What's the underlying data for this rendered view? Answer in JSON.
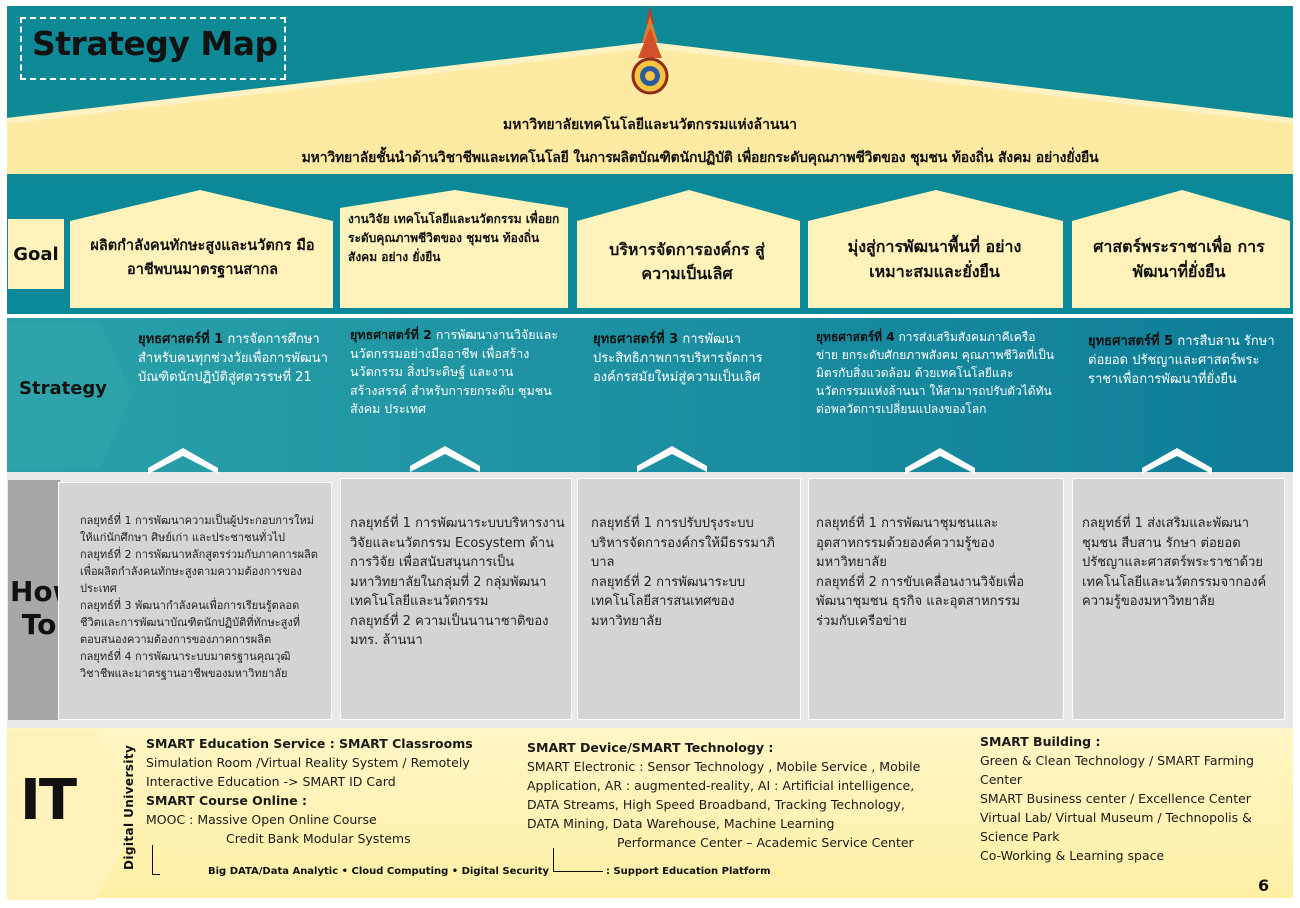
{
  "title": "Strategy Map",
  "university_name": "มหาวิทยาลัยเทคโนโลยีและนวัตกรรมแห่งล้านนา",
  "vision": "มหาวิทยาลัยชั้นนำด้านวิชาชีพและเทคโนโลยี ในการผลิตบัณฑิตนักปฏิบัติ เพื่อยกระดับคุณภาพชีวิตของ ชุมชน ท้องถิ่น สังคม อย่างยั่งยืน",
  "rows": {
    "goal": "Goal",
    "strategy": "Strategy",
    "how": "How",
    "to": "To",
    "it": "IT"
  },
  "colors": {
    "teal": "#0e8a96",
    "cream": "#fff2ba",
    "gray": "#d4d4d4",
    "it_bg": "#fdf0a5"
  },
  "goals": [
    "ผลิตกำลังคนทักษะสูงและนวัตกร มืออาชีพบนมาตรฐานสากล",
    "งานวิจัย เทคโนโลยีและนวัตกรรม เพื่อยกระดับคุณภาพชีวิตของ ชุมชน ท้องถิ่น สังคม อย่าง ยั่งยืน",
    "บริหารจัดการองค์กร สู่ความเป็นเลิศ",
    "มุ่งสู่การพัฒนาพื้นที่ อย่างเหมาะสมและยั่งยืน",
    "ศาสตร์พระราชาเพื่อ การพัฒนาที่ยั่งยืน"
  ],
  "strategies": [
    {
      "label": "ยุทธศาสตร์ที่ 1",
      "text": " การจัดการศึกษาสำหรับคนทุกช่วงวัยเพื่อการพัฒนาบัณฑิตนักปฏิบัติสู่ศตวรรษที่ 21"
    },
    {
      "label": "ยุทธศาสตร์ที่ 2",
      "text": " การพัฒนางานวิจัยและนวัตกรรมอย่างมืออาชีพ เพื่อสร้างนวัตกรรม สิ่งประดิษฐ์ และงานสร้างสรรค์ สำหรับการยกระดับ ชุมชน สังคม ประเทศ"
    },
    {
      "label": "ยุทธศาสตร์ที่ 3",
      "text": " การพัฒนาประสิทธิภาพการบริหารจัดการองค์กรสมัยใหม่สู่ความเป็นเลิศ"
    },
    {
      "label": "ยุทธศาสตร์ที่ 4",
      "text": " การส่งเสริมสังคมภาคีเครือข่าย ยกระดับศักยภาพสังคม คุณภาพชีวิตที่เป็นมิตรกับสิ่งแวดล้อม ด้วยเทคโนโลยีและนวัตกรรมแห่งล้านนา ให้สามารถปรับตัวได้ทันต่อพลวัตการเปลี่ยนแปลงของโลก"
    },
    {
      "label": "ยุทธศาสตร์ที่ 5",
      "text": " การสืบสาน รักษา ต่อยอด ปรัชญาและศาสตร์พระราชาเพื่อการพัฒนาที่ยั่งยืน"
    }
  ],
  "how_to": [
    [
      "กลยุทธ์ที่ 1 การพัฒนาความเป็นผู้ประกอบการใหม่ให้แก่นักศึกษา ศิษย์เก่า และประชาชนทั่วไป",
      "กลยุทธ์ที่ 2 การพัฒนาหลักสูตรร่วมกับภาคการผลิตเพื่อผลิตกำลังคนทักษะสูงตามความต้องการของประเทศ",
      "กลยุทธ์ที่ 3 พัฒนากำลังคนเพื่อการเรียนรู้ตลอดชีวิตและการพัฒนาบัณฑิตนักปฏิบัติที่ทักษะสูงที่ตอบสนองความต้องการของภาคการผลิต",
      "กลยุทธ์ที่ 4 การพัฒนาระบบมาตรฐานคุณวุฒิวิชาชีพและมาตรฐานอาชีพของมหาวิทยาลัย"
    ],
    [
      "กลยุทธ์ที่ 1 การพัฒนาระบบบริหารงานวิจัยและนวัตกรรม Ecosystem ด้านการวิจัย เพื่อสนับสนุนการเป็นมหาวิทยาลัยในกลุ่มที่ 2 กลุ่มพัฒนาเทคโนโลยีและนวัตกรรม",
      "กลยุทธ์ที่ 2 ความเป็นนานาชาติของ มทร. ล้านนา"
    ],
    [
      "กลยุทธ์ที่ 1 การปรับปรุงระบบบริหารจัดการองค์กรให้มีธรรมาภิบาล",
      "กลยุทธ์ที่ 2 การพัฒนาระบบเทคโนโลยีสารสนเทศของมหาวิทยาลัย"
    ],
    [
      "กลยุทธ์ที่ 1 การพัฒนาชุมชนและอุตสาหกรรมด้วยองค์ความรู้ของมหาวิทยาลัย",
      "กลยุทธ์ที่ 2 การขับเคลื่อนงานวิจัยเพื่อพัฒนาชุมชน ธุรกิจ และอุตสาหกรรมร่วมกับเครือข่าย"
    ],
    [
      "กลยุทธ์ที่ 1 ส่งเสริมและพัฒนาชุมชน สืบสาน รักษา ต่อยอด ปรัชญาและศาสตร์พระราชาด้วยเทคโนโลยีและนวัตกรรมจากองค์ความรู้ของมหาวิทยาลัย"
    ]
  ],
  "it": {
    "vertical_label": "Digital University",
    "col1": {
      "heading1": "SMART Education Service : SMART Classrooms",
      "line1": "Simulation Room /Virtual Reality System / Remotely",
      "line2": "Interactive Education -> SMART ID Card",
      "heading2": "SMART Course Online :",
      "line3": "MOOC : Massive Open Online Course",
      "line4": "Credit Bank Modular Systems"
    },
    "col2": {
      "heading": "SMART Device/SMART Technology :",
      "line1": "SMART Electronic : Sensor Technology , Mobile Service , Mobile",
      "line2": "Application, AR : augmented-reality, AI : Artificial intelligence,",
      "line3": "DATA Streams, High Speed Broadband, Tracking Technology,",
      "line4": "DATA Mining, Data Warehouse, Machine Learning",
      "line5": "Performance Center – Academic Service Center"
    },
    "col3": {
      "heading": "SMART Building :",
      "line1": "Green & Clean Technology / SMART Farming",
      "line2": "Center",
      "line3": "SMART Business center / Excellence  Center",
      "line4": "Virtual Lab/ Virtual Museum / Technopolis &",
      "line5": "Science Park",
      "line6": "Co-Working &  Learning space"
    },
    "footer1": "Big DATA/Data Analytic  •  Cloud Computing • Digital Security",
    "footer2": ": Support Education Platform"
  },
  "page_number": "6"
}
